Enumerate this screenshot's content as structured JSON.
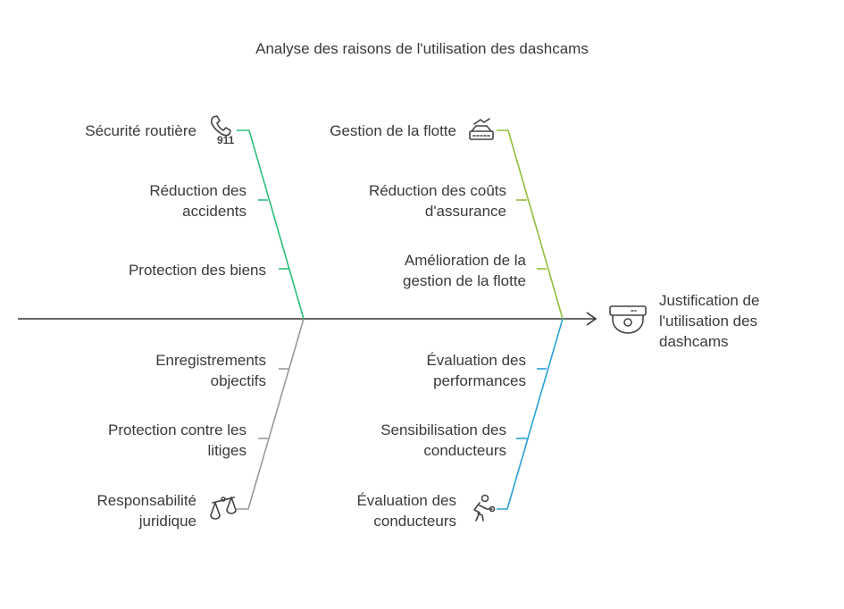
{
  "title": "Analyse des raisons de l'utilisation des dashcams",
  "effect": "Justification de l'utilisation des dashcams",
  "categories": {
    "securite": {
      "label": "Sécurité routière",
      "icon": "phone-911-icon",
      "icon_text": "911",
      "color": "#2bbf7a",
      "causes": [
        "Réduction des accidents",
        "Protection des biens"
      ]
    },
    "flotte": {
      "label": "Gestion de la flotte",
      "icon": "fleet-management-icon",
      "color": "#8fbe3a",
      "causes": [
        "Réduction des coûts d'assurance",
        "Amélioration de la gestion de la flotte"
      ]
    },
    "juridique": {
      "label": "Responsabilité juridique",
      "icon": "scales-icon",
      "color": "#999999",
      "causes": [
        "Enregistrements objectifs",
        "Protection contre les litiges"
      ]
    },
    "conducteurs": {
      "label": "Évaluation des conducteurs",
      "icon": "driver-icon",
      "color": "#2a9fd6",
      "causes": [
        "Évaluation des performances",
        "Sensibilisation des conducteurs"
      ]
    }
  },
  "colors": {
    "spine": "#333333",
    "text": "#3a3a3a"
  }
}
